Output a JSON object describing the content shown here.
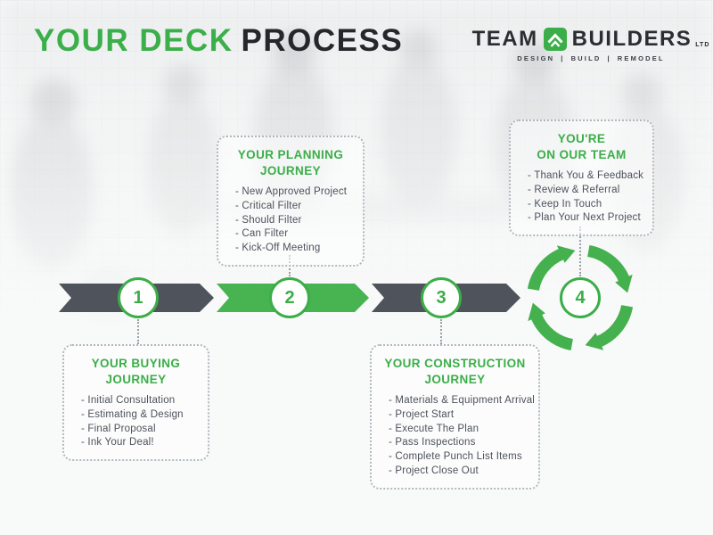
{
  "colors": {
    "accent_green": "#3bae49",
    "band_green": "#47b351",
    "band_dark": "#4f535b",
    "title_dark": "#26272b",
    "item_text": "#4c515b"
  },
  "header": {
    "title_green": "YOUR DECK",
    "title_dark": "PROCESS"
  },
  "logo": {
    "team": "TEAM",
    "builders": "BUILDERS",
    "suffix": "LTD",
    "icon": "double-chevron-up-icon",
    "tagline": [
      "DESIGN",
      "BUILD",
      "REMODEL"
    ],
    "separator": "|"
  },
  "timeline": {
    "steps": [
      {
        "number": "1"
      },
      {
        "number": "2"
      },
      {
        "number": "3"
      },
      {
        "number": "4"
      }
    ]
  },
  "journeys": {
    "buying": {
      "title_line1": "YOUR BUYING",
      "title_line2": "JOURNEY",
      "items": [
        "- Initial Consultation",
        "- Estimating & Design",
        "- Final Proposal",
        "- Ink Your Deal!"
      ]
    },
    "planning": {
      "title_line1": "YOUR PLANNING",
      "title_line2": "JOURNEY",
      "items": [
        "- New Approved Project",
        "- Critical Filter",
        "- Should Filter",
        "- Can Filter",
        "- Kick-Off Meeting"
      ]
    },
    "construction": {
      "title_line1": "YOUR CONSTRUCTION",
      "title_line2": "JOURNEY",
      "items": [
        "- Materials & Equipment Arrival",
        "- Project Start",
        "- Execute The Plan",
        "- Pass Inspections",
        "- Complete Punch List Items",
        "- Project Close Out"
      ]
    },
    "team": {
      "title_line1": "YOU'RE",
      "title_line2": "ON OUR TEAM",
      "items": [
        "- Thank You & Feedback",
        "- Review & Referral",
        "- Keep In Touch",
        "- Plan Your Next Project"
      ]
    }
  }
}
